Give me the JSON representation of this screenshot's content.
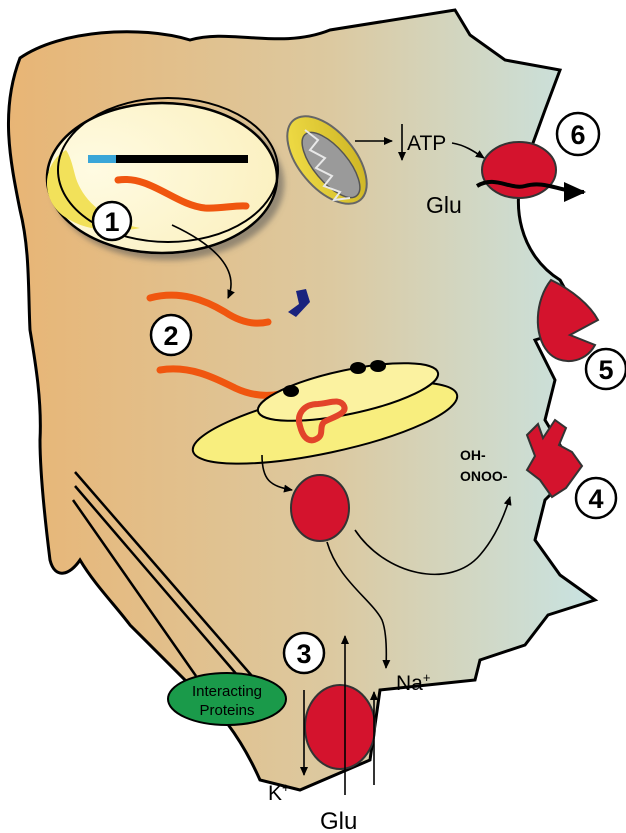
{
  "labels": {
    "atp": "ATP",
    "glu_top": "Glu",
    "glu_bottom": "Glu",
    "na": "Na",
    "na_sup": "+",
    "k": "K",
    "k_sup": "+",
    "oh": "OH-",
    "onoo": "ONOO-",
    "interacting_line1": "Interacting",
    "interacting_line2": "Proteins"
  },
  "steps": [
    "1",
    "2",
    "3",
    "4",
    "5",
    "6"
  ],
  "colors": {
    "cell_left": "#e9b97a",
    "cell_right": "#cfe3e0",
    "nucleus": "#fdf6d0",
    "nucleolus": "#f4e46a",
    "mrna": "#f0560f",
    "protein_red": "#d4132d",
    "er": "#f8ee7e",
    "peptide": "#1a237e",
    "dna_tag": "#3aa6d8",
    "interacting_fill": "#1a9a4a"
  }
}
